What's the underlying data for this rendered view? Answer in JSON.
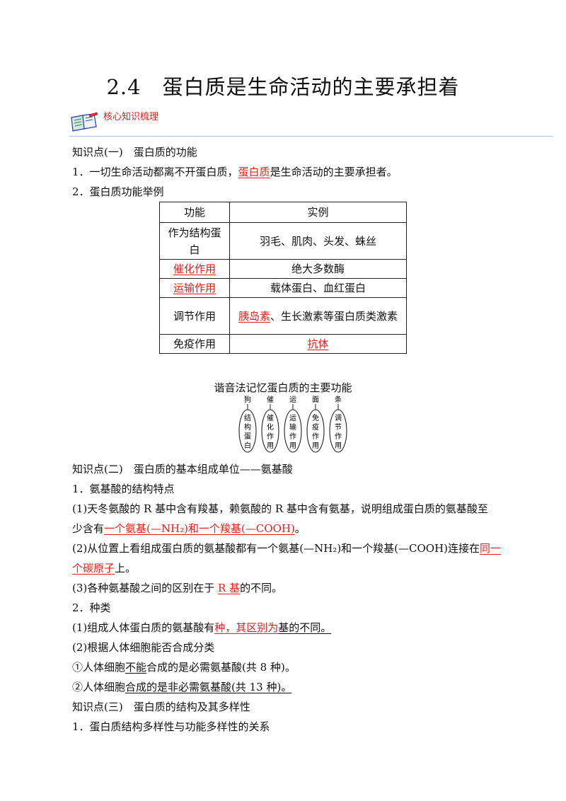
{
  "title": "2.4　蛋白质是生命活动的主要承担着",
  "banner": {
    "label": "核心知识梳理"
  },
  "section1": {
    "heading": "知识点(一)　蛋白质的功能",
    "p1": {
      "a": "1．一切生命活动都离不开蛋白质，",
      "b": "蛋白质",
      "c": "是生命活动的主要承担者。"
    },
    "p2": "2．蛋白质功能举例",
    "table": {
      "headers": [
        "功能",
        "实例"
      ],
      "rows": [
        {
          "func": "作为结构蛋白",
          "func_red": false,
          "ex_a": "",
          "ex_red": "",
          "ex_b": "羽毛、肌肉、头发、蛛丝"
        },
        {
          "func": "催化作用",
          "func_red": true,
          "ex_a": "",
          "ex_red": "",
          "ex_b": "绝大多数酶"
        },
        {
          "func": "运输作用",
          "func_red": true,
          "ex_a": "",
          "ex_red": "",
          "ex_b": "载体蛋白、血红蛋白"
        },
        {
          "func": "调节作用",
          "func_red": false,
          "ex_a": "",
          "ex_red": "胰岛素",
          "ex_b": "、生长激素等蛋白质类激素"
        },
        {
          "func": "免疫作用",
          "func_red": false,
          "ex_a": "",
          "ex_red": "抗体",
          "ex_b": ""
        }
      ]
    }
  },
  "mnemonic": {
    "title": "谐音法记忆蛋白质的主要功能",
    "items": [
      {
        "top": "狗",
        "chars": [
          "结",
          "构",
          "蛋",
          "白"
        ]
      },
      {
        "top": "催",
        "chars": [
          "催",
          "化",
          "作",
          "用"
        ]
      },
      {
        "top": "运",
        "chars": [
          "运",
          "输",
          "作",
          "用"
        ]
      },
      {
        "top": "面",
        "chars": [
          "免",
          "疫",
          "作",
          "用"
        ]
      },
      {
        "top": "条",
        "chars": [
          "调",
          "节",
          "作",
          "用"
        ]
      }
    ]
  },
  "section2": {
    "heading": "知识点(二)　蛋白质的基本组成单位——氨基酸",
    "p1": "1．氨基酸的结构特点",
    "p2": {
      "a": "(1)天冬氨酸的 R 基中含有羧基，赖氨酸的 R 基中含有氨基，说明组成蛋白质的氨基酸至",
      "b": "少含有",
      "c": "一个氨基(—NH₂)和一个羧基(—COOH)",
      "d": "。"
    },
    "p3": {
      "a": "(2)从位置上看组成蛋白质的氨基酸都有一个氨基(—NH₂)和一个羧基(—COOH)连接在",
      "b": "同一",
      "c": "个碳原子",
      "d": "上。"
    },
    "p4": {
      "a": "(3)各种氨基酸之间的区别在于 ",
      "b": "R 基",
      "c": "的不同。"
    },
    "p5": "2．种类",
    "p6": {
      "a": "(1)组成人体蛋白质的氨基酸有",
      "b": "种，其区别为",
      "c": "基的不同。"
    },
    "p7": "(2)根据人体细胞能否合成分类",
    "p8": {
      "a": "①人体细胞",
      "b": "不能",
      "c": "合成的是必需氨基酸(共 8 种)。"
    },
    "p9": {
      "a": "②人体细胞",
      "b": "合成的是非必需氨基酸(共 13 种)。"
    }
  },
  "section3": {
    "heading": "知识点(三)　蛋白质的结构及其多样性",
    "p1": "1．蛋白质结构多样性与功能多样性的关系"
  }
}
